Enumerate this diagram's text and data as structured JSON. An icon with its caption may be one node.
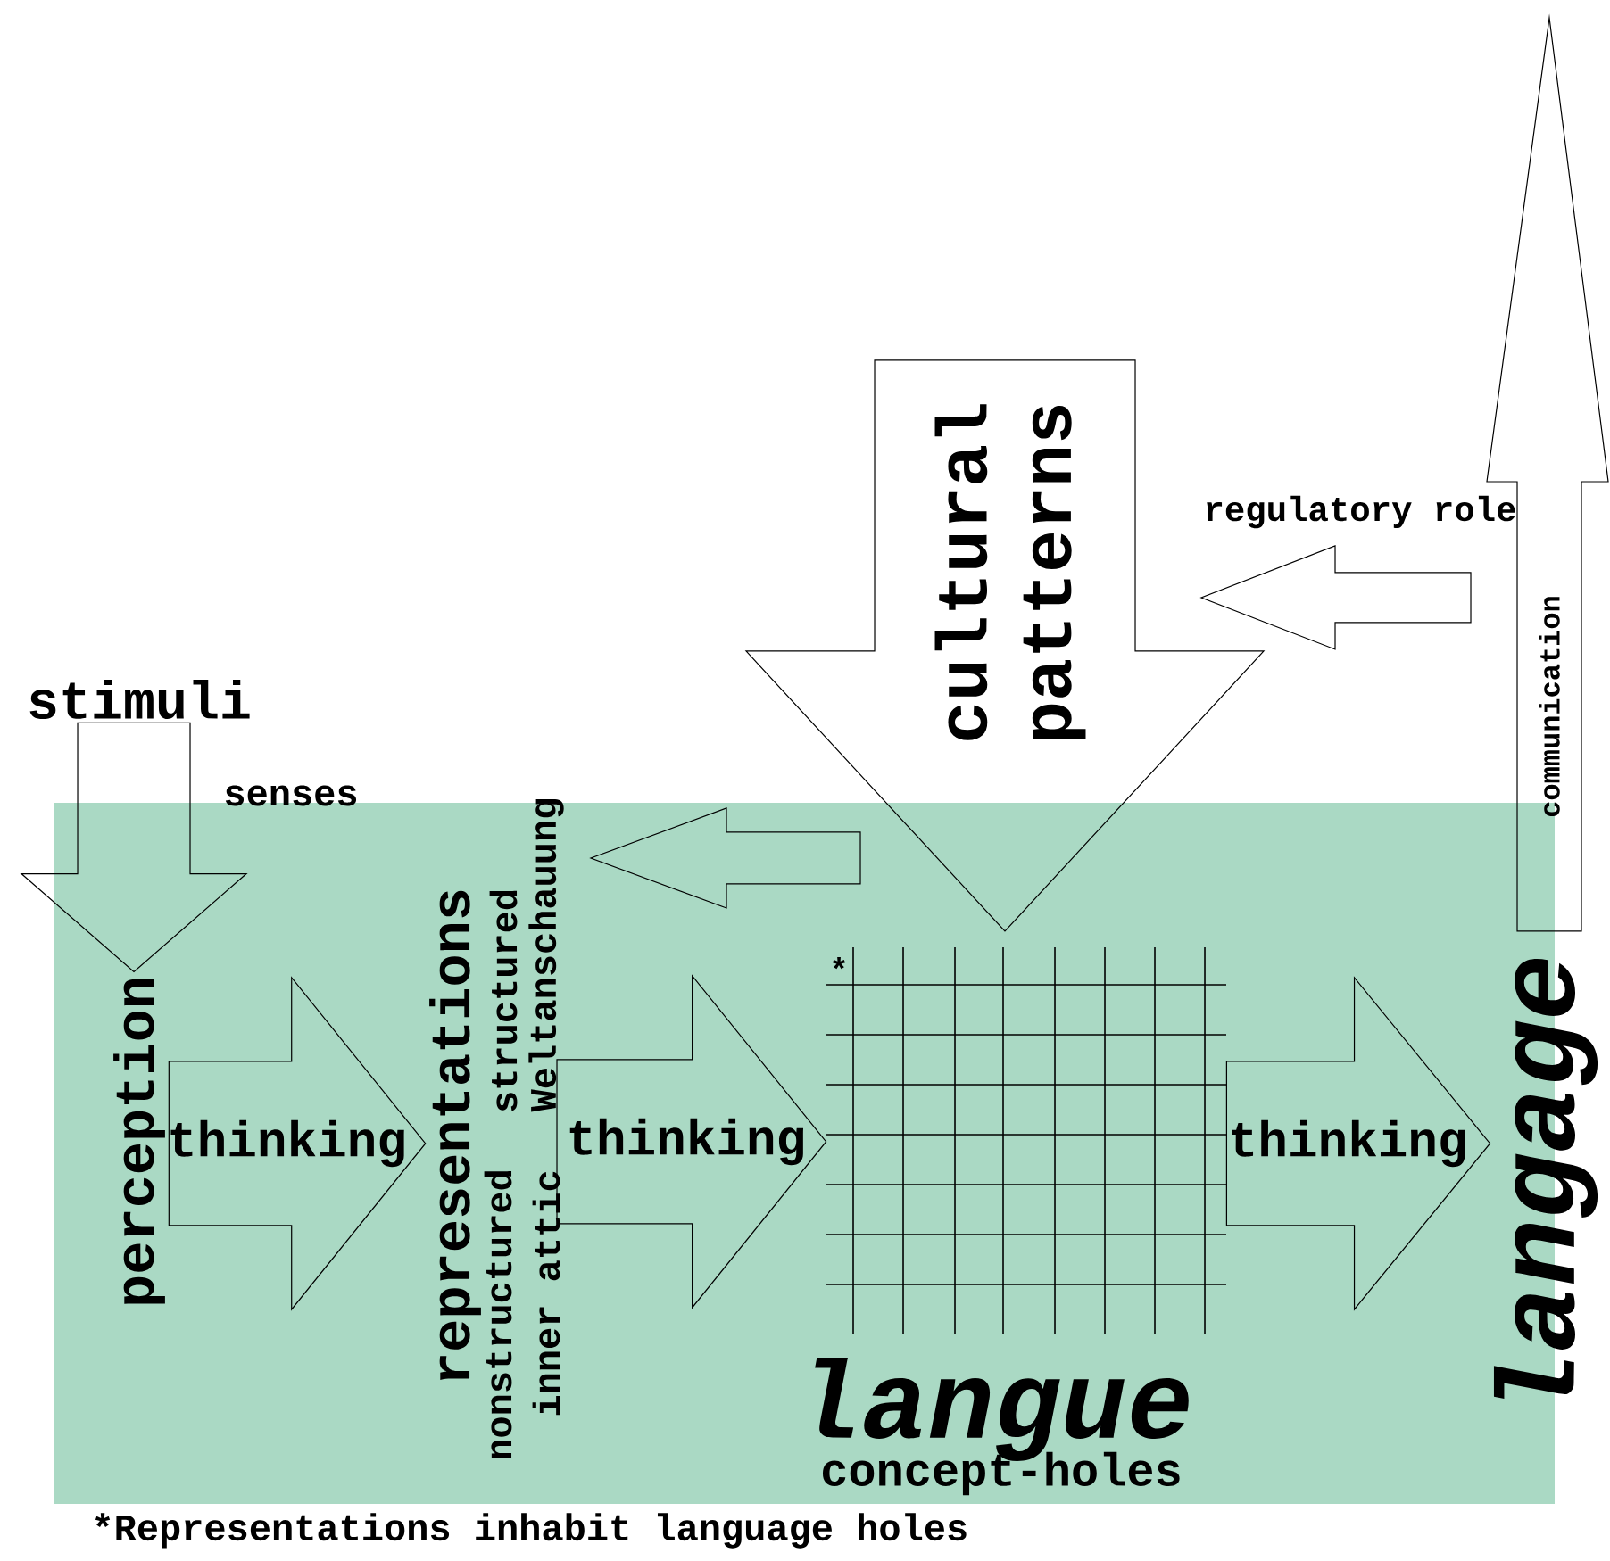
{
  "diagram": {
    "nodes": [
      {
        "text": [],
        "shape": "box"
      },
      {
        "text": [
          "stimuli"
        ]
      },
      {
        "text": [
          "perception"
        ],
        "in": 0
      },
      {
        "text": [
          "representations"
        ],
        "beside": [
          "nonstructured",
          "structured",
          "inner attic",
          "Weltanschauung"
        ],
        "in": 0
      },
      {
        "text": [],
        "shape": "grid",
        "beside": [
          "langue",
          "concept-holes"
        ],
        "in": 0
      },
      {
        "text": [
          "cultural patterns"
        ]
      },
      {
        "text": [
          "communication"
        ]
      },
      {
        "text": [
          "langage"
        ]
      }
    ],
    "edges": [
      {
        "from": 1,
        "to": 2,
        "arrow": "to",
        "label": "senses"
      },
      {
        "from": 2,
        "to": 3,
        "arrow": "to",
        "label": "thinking"
      },
      {
        "from": 3,
        "to": 4,
        "arrow": "to",
        "label": "thinking"
      },
      {
        "from": 4,
        "to": 7,
        "arrow": "to",
        "label": "thinking"
      },
      {
        "from": 6,
        "to": 5,
        "arrow": "to",
        "label": "regulatory role"
      },
      {
        "from": 5,
        "to": 3,
        "arrow": "to"
      }
    ],
    "labels": [
      "*",
      "*Representations inhabit language holes"
    ]
  }
}
